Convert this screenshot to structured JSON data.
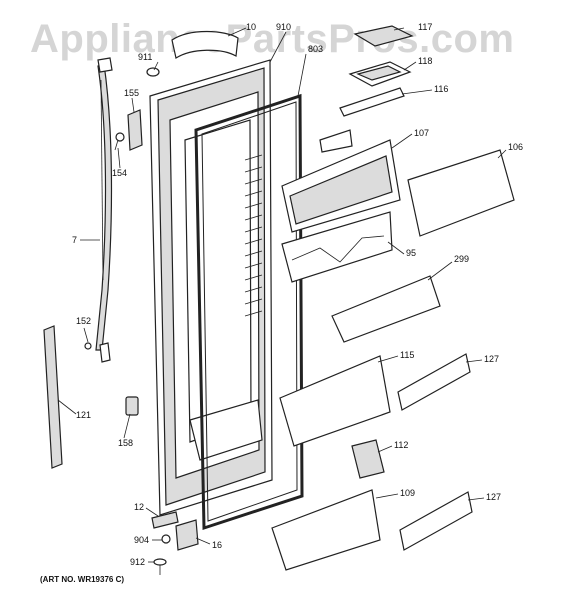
{
  "watermark": "AppliancePartsPros.com",
  "art_number": "(ART NO. WR19376 C)",
  "callouts": {
    "p10": "10",
    "p910": "910",
    "p117": "117",
    "p911": "911",
    "p803": "803",
    "p118": "118",
    "p116": "116",
    "p155": "155",
    "p107": "107",
    "p106": "106",
    "p154": "154",
    "p7": "7",
    "p95": "95",
    "p299": "299",
    "p152": "152",
    "p115": "115",
    "p127a": "127",
    "p121": "121",
    "p158": "158",
    "p112": "112",
    "p12": "12",
    "p109": "109",
    "p127b": "127",
    "p904": "904",
    "p16": "16",
    "p912": "912"
  }
}
